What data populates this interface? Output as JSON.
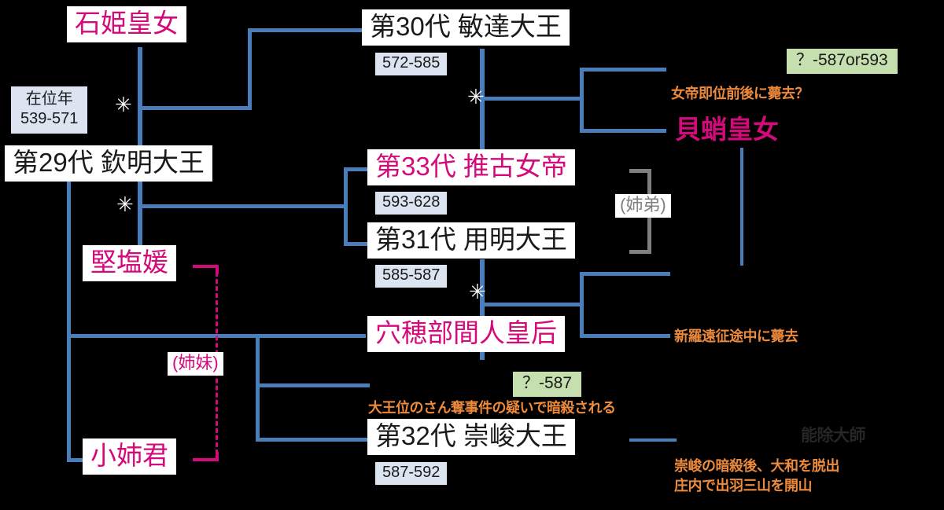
{
  "diagram": {
    "title_hidden": "",
    "colors": {
      "background": "#000000",
      "line_blue": "#4a7ebb",
      "line_pink": "#d40a7b",
      "line_grey": "#808080",
      "name_pink": "#d40a7b",
      "note_orange": "#ed8a3c",
      "reign_badge_bg": "#dce4f2",
      "lifespan_badge_bg": "#c6dfae",
      "node_bg": "#ffffff",
      "node_text": "#1a1a1a"
    },
    "marriage_marker": "✳"
  },
  "nodes": {
    "ishihime": {
      "name": "石姫皇女"
    },
    "kinmei": {
      "name": "第29代 欽明大王"
    },
    "kitashihime": {
      "name": "堅塩媛"
    },
    "oanekimi": {
      "name": "小姉君"
    },
    "bidatsu": {
      "name": "第30代 敏達大王"
    },
    "suiko": {
      "name": "第33代 推古女帝"
    },
    "yomei": {
      "name": "第31代 用明大王"
    },
    "anahobe_hashihito": {
      "name": "穴穂部間人皇后"
    },
    "sushun": {
      "name": "第32代 崇峻大王"
    },
    "kaitako": {
      "name": "貝蛸皇女"
    }
  },
  "badges": {
    "kinmei_reign_label": "在位年",
    "kinmei_reign_years": "539-571",
    "bidatsu_reign": "572-585",
    "suiko_reign": "593-628",
    "yomei_reign": "585-587",
    "sushun_reign": "587-592",
    "kaitako_lifespan": "？-587or593",
    "sushun_lifespan": "？-587"
  },
  "notes": {
    "kaitako_note": "女帝即位前後に薨去？",
    "anahobe_note": "新羅遠征途中に薨去",
    "sushun_note": "大王位のさん奪事件の疑いで暗殺される",
    "nojo_daishi": "能除大師",
    "nojo_line1": "崇峻の暗殺後、大和を脱出",
    "nojo_line2": "庄内で出羽三山を開山"
  },
  "relations": {
    "suiko_yomei_sibling": "(姉弟)",
    "kitashihime_oanekimi_sibling": "(姉妹)"
  }
}
